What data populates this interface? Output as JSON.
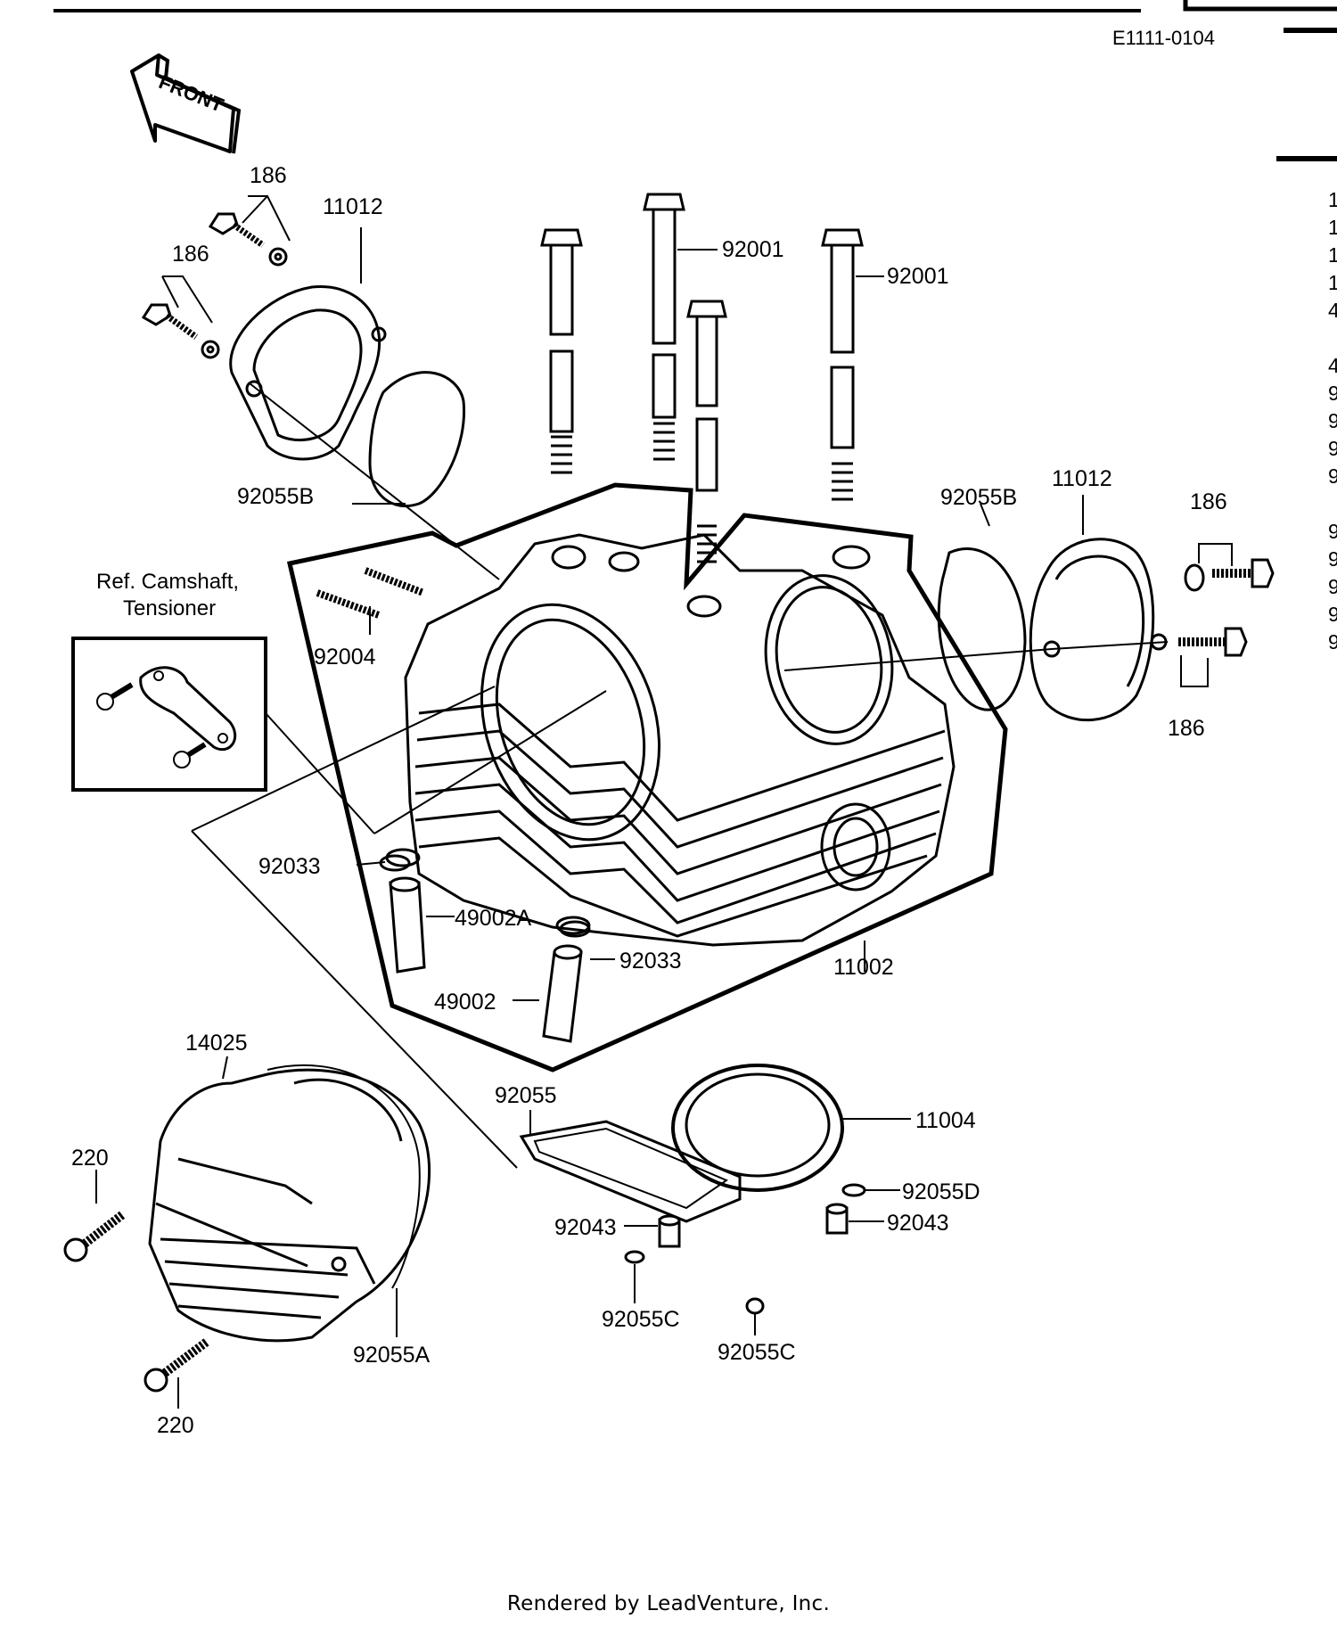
{
  "header": {
    "diagram_code": "E1111-0104"
  },
  "front_arrow": {
    "label": "FRONT"
  },
  "ref_box": {
    "line1": "Ref. Camshaft,",
    "line2": "Tensioner"
  },
  "parts": {
    "p186_a": "186",
    "p186_b": "186",
    "p186_c": "186",
    "p186_d": "186",
    "p11012_a": "11012",
    "p11012_b": "11012",
    "p92001_a": "92001",
    "p92001_b": "92001",
    "p92055B_a": "92055B",
    "p92055B_b": "92055B",
    "p92004": "92004",
    "p92033_a": "92033",
    "p92033_b": "92033",
    "p49002A": "49002A",
    "p49002": "49002",
    "p11002": "11002",
    "p14025": "14025",
    "p220_a": "220",
    "p220_b": "220",
    "p92055": "92055",
    "p11004": "11004",
    "p92055D": "92055D",
    "p92043_a": "92043",
    "p92043_b": "92043",
    "p92055C_a": "92055C",
    "p92055C_b": "92055C",
    "p92055A": "92055A"
  },
  "right_column_digits": [
    "1",
    "1",
    "1",
    "1",
    "4",
    "4",
    "9",
    "9",
    "9",
    "9",
    "9",
    "9",
    "9",
    "9",
    "9"
  ],
  "footer": {
    "text": "Rendered by LeadVenture, Inc."
  }
}
